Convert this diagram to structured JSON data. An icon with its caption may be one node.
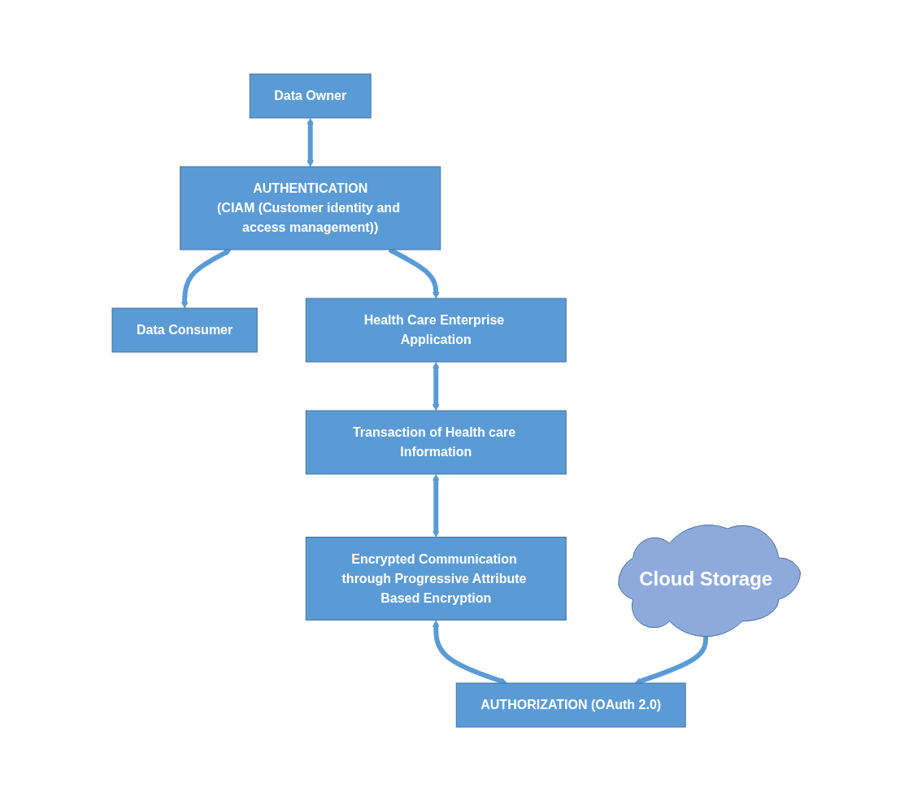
{
  "diagram": {
    "nodes": [
      {
        "text": [
          "Data Owner"
        ]
      },
      {
        "text": [
          "AUTHENTICATION",
          "(CIAM (Customer identity and access management))"
        ]
      },
      {
        "text": [
          "Data Consumer"
        ]
      },
      {
        "text": [
          "Health Care Enterprise Application"
        ]
      },
      {
        "text": [
          "Transaction of Health care Information"
        ]
      },
      {
        "text": [
          "Encrypted Communication through Progressive Attribute Based Encryption"
        ]
      },
      {
        "text": [
          "Cloud Storage"
        ]
      },
      {
        "text": [
          "AUTHORIZATION (OAuth 2.0)"
        ]
      }
    ],
    "edges": [
      {
        "from": 0,
        "to": 1,
        "arrow": "both"
      },
      {
        "from": 1,
        "to": 2,
        "arrow": "both"
      },
      {
        "from": 1,
        "to": 3,
        "arrow": "to"
      },
      {
        "from": 3,
        "to": 4,
        "arrow": "both"
      },
      {
        "from": 4,
        "to": 5,
        "arrow": "both"
      },
      {
        "from": 5,
        "to": 7,
        "arrow": "both"
      },
      {
        "from": 6,
        "to": 7,
        "arrow": "to"
      }
    ]
  }
}
